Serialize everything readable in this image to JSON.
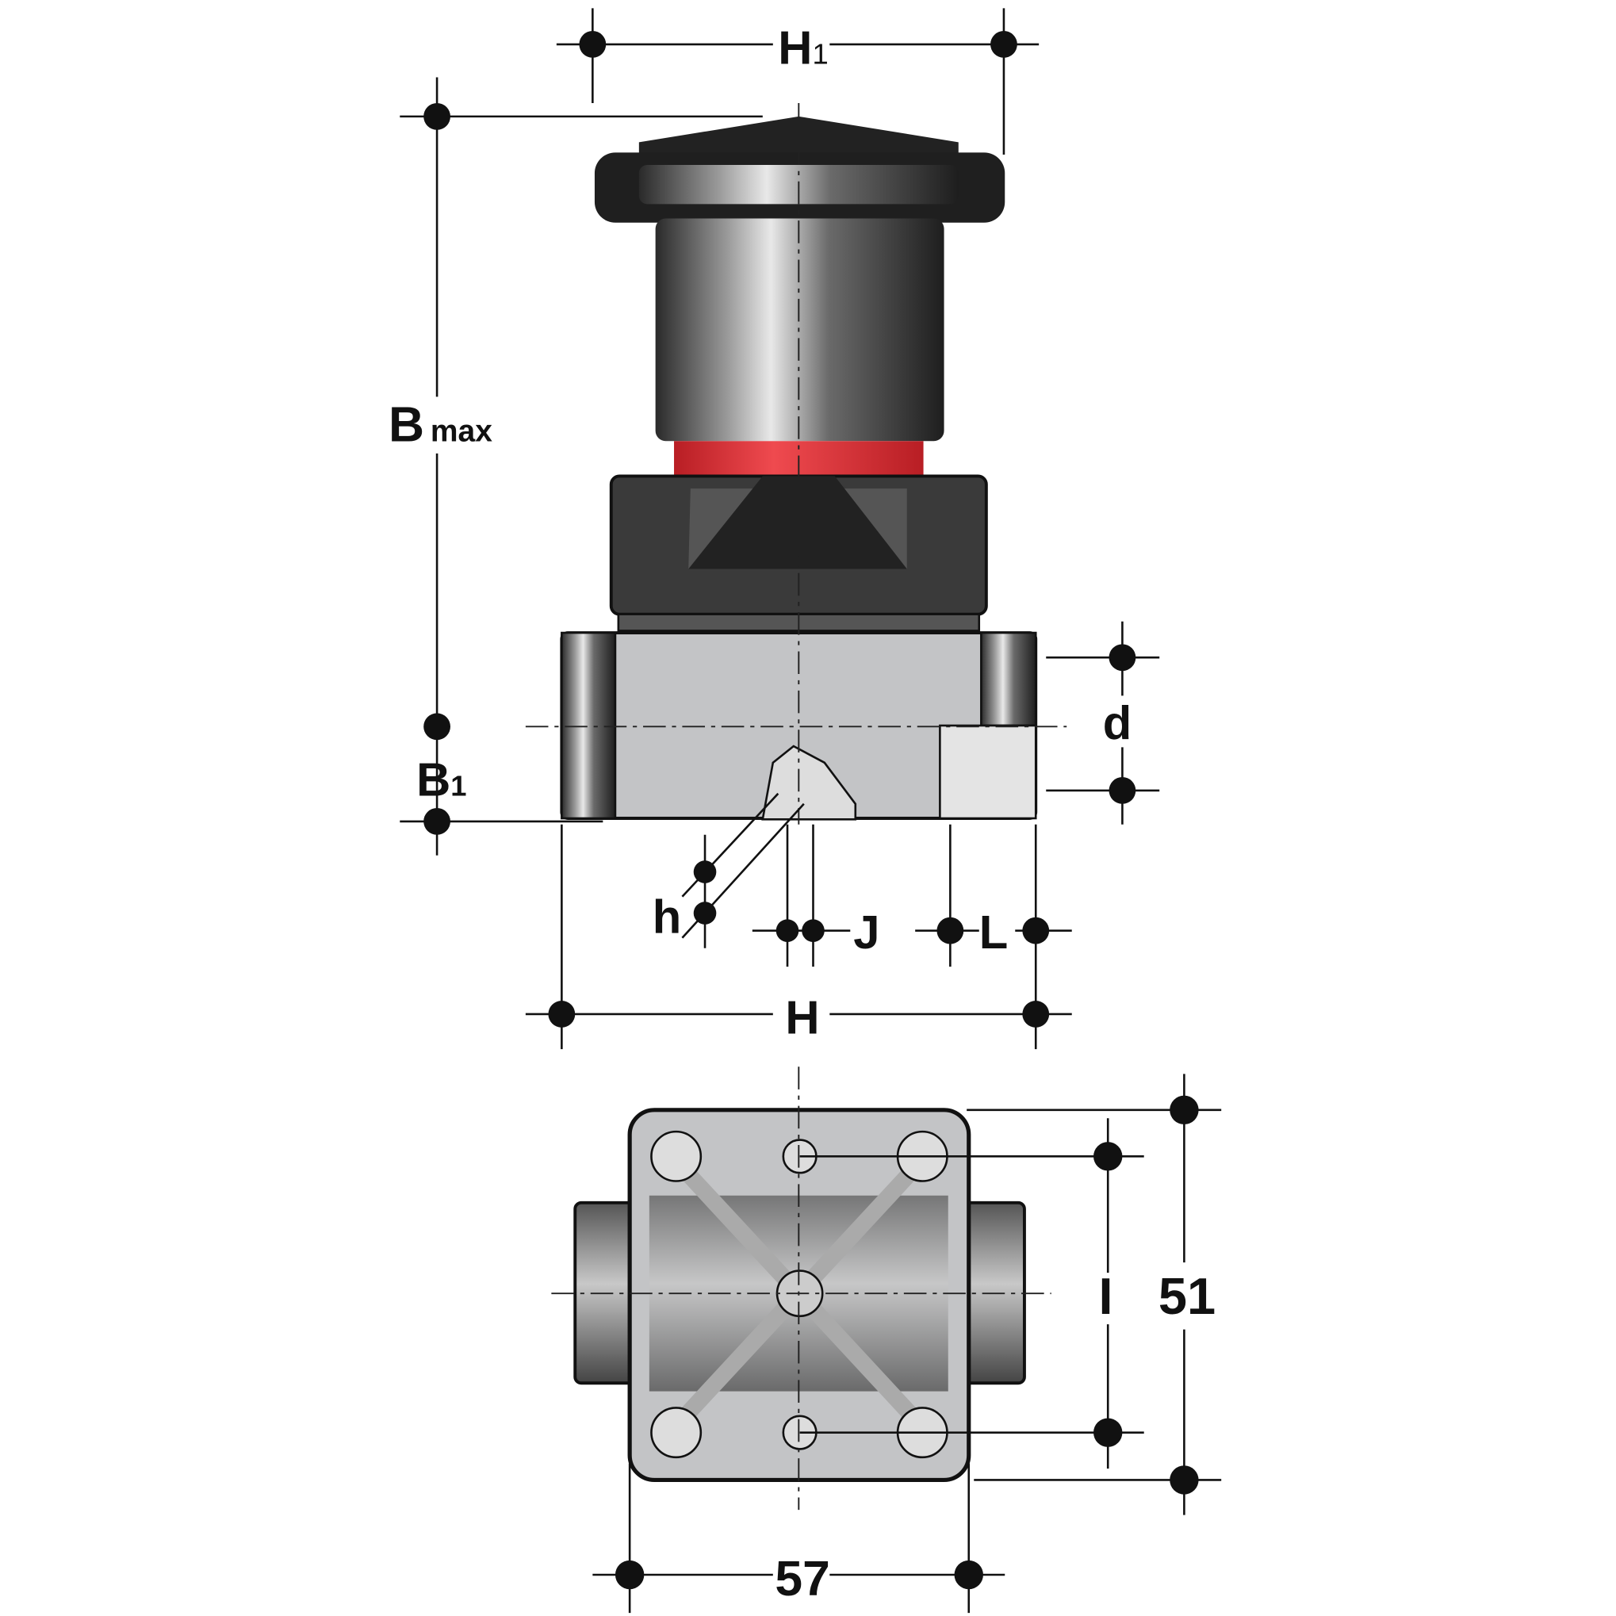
{
  "labels": {
    "H1_main": "H",
    "H1_sub": "1",
    "Bmax_main": "B",
    "Bmax_sub": "max",
    "B1_main": "B",
    "B1_sub": "1",
    "d": "d",
    "h": "h",
    "J": "J",
    "L": "L",
    "H": "H",
    "I": "I",
    "dim_51": "51",
    "dim_57": "57"
  },
  "colors": {
    "red_band": "#e8383d",
    "body_dark": "#3c3c3c",
    "body_light": "#c8c9cb"
  }
}
